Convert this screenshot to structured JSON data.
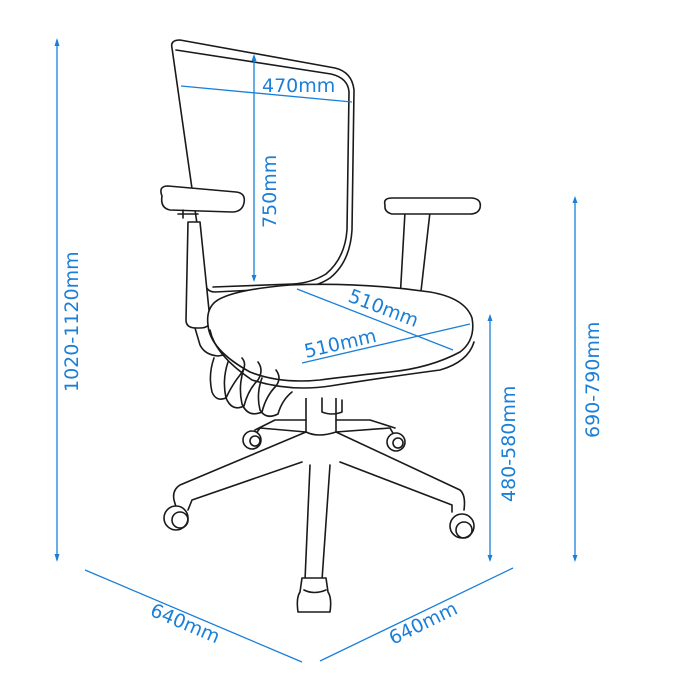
{
  "diagram": {
    "subject": "Office chair dimension drawing",
    "colors": {
      "dimension": "#1a7fd8",
      "outline": "#1a1a1a",
      "background": "#ffffff"
    },
    "dimensions": {
      "overall_height": {
        "label": "1020-1120mm",
        "orientation": "vertical"
      },
      "back_width": {
        "label": "470mm",
        "orientation": "horizontal"
      },
      "back_height": {
        "label": "750mm",
        "orientation": "vertical"
      },
      "seat_depth": {
        "label": "510mm",
        "orientation": "diagonal"
      },
      "seat_width": {
        "label": "510mm",
        "orientation": "diagonal"
      },
      "seat_height": {
        "label": "480-580mm",
        "orientation": "vertical"
      },
      "arm_height": {
        "label": "690-790mm",
        "orientation": "vertical"
      },
      "base_depth": {
        "label": "640mm",
        "orientation": "diagonal"
      },
      "base_width": {
        "label": "640mm",
        "orientation": "diagonal"
      }
    }
  }
}
